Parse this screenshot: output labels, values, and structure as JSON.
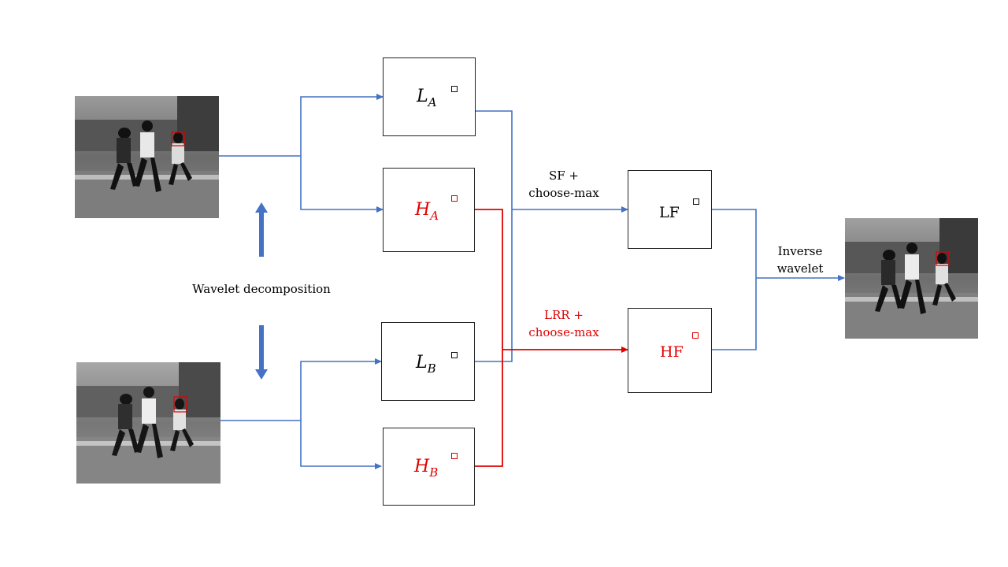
{
  "colors": {
    "low_path": "#4472c4",
    "high_path": "#e00000",
    "box_border": "#222222",
    "arrow_block": "#4472c4"
  },
  "boxes": {
    "la": {
      "symbol": "L",
      "sub": "A"
    },
    "ha": {
      "symbol": "H",
      "sub": "A"
    },
    "lb": {
      "symbol": "L",
      "sub": "B"
    },
    "hb": {
      "symbol": "H",
      "sub": "B"
    },
    "lf": {
      "label": "LF"
    },
    "hf": {
      "label": "HF"
    }
  },
  "labels": {
    "wavelet_decomposition": "Wavelet decomposition",
    "sf_line1": "SF +",
    "sf_line2": "choose-max",
    "lrr_line1": "LRR +",
    "lrr_line2": "choose-max",
    "inverse_line1": "Inverse",
    "inverse_line2": "wavelet"
  },
  "images": {
    "source_a": "grayscale-photo-runners",
    "source_b": "grayscale-photo-runners",
    "fused": "grayscale-photo-runners"
  }
}
